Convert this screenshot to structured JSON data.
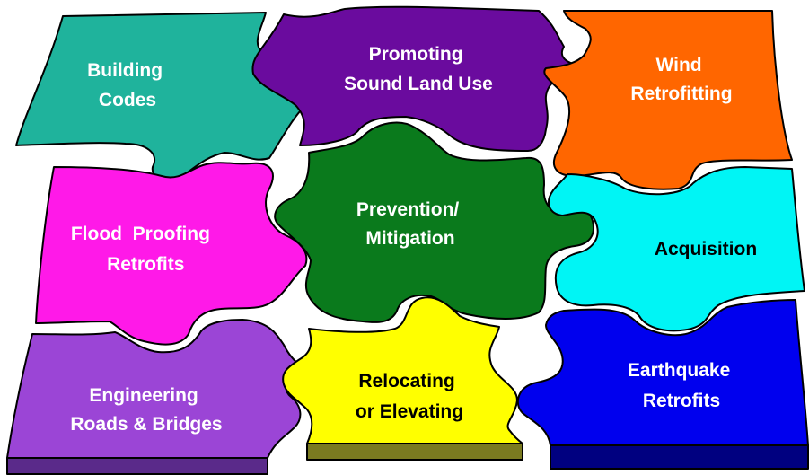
{
  "pieces": [
    {
      "id": "building-codes",
      "lines": [
        "Building",
        "Codes"
      ],
      "fill": "#1fb39c",
      "text_color": "#ffffff"
    },
    {
      "id": "promoting-sound-land-use",
      "lines": [
        "Promoting",
        "Sound Land Use"
      ],
      "fill": "#6a0b9e",
      "text_color": "#ffffff"
    },
    {
      "id": "wind-retrofitting",
      "lines": [
        "Wind",
        "Retrofitting"
      ],
      "fill": "#ff6600",
      "text_color": "#ffffff"
    },
    {
      "id": "flood-proofing-retrofits",
      "lines": [
        "Flood  Proofing",
        "Retrofits"
      ],
      "fill": "#ff19e8",
      "text_color": "#ffffff"
    },
    {
      "id": "prevention-mitigation",
      "lines": [
        "Prevention/",
        "Mitigation"
      ],
      "fill": "#0a7a1c",
      "text_color": "#ffffff"
    },
    {
      "id": "acquisition",
      "lines": [
        "Acquisition"
      ],
      "fill": "#00f5f5",
      "text_color": "#000000"
    },
    {
      "id": "engineering-roads-bridges",
      "lines": [
        "Engineering",
        "Roads & Bridges"
      ],
      "fill": "#9b45d6",
      "text_color": "#ffffff"
    },
    {
      "id": "relocating-or-elevating",
      "lines": [
        "Relocating",
        "or Elevating"
      ],
      "fill": "#ffff00",
      "text_color": "#000000"
    },
    {
      "id": "earthquake-retrofits",
      "lines": [
        "Earthquake",
        "Retrofits"
      ],
      "fill": "#0000ee",
      "text_color": "#ffffff"
    }
  ],
  "edge_colors": {
    "engineering-roads-bridges": "#5a2a8a",
    "relocating-or-elevating": "#7a7a20",
    "earthquake-retrofits": "#000080"
  }
}
